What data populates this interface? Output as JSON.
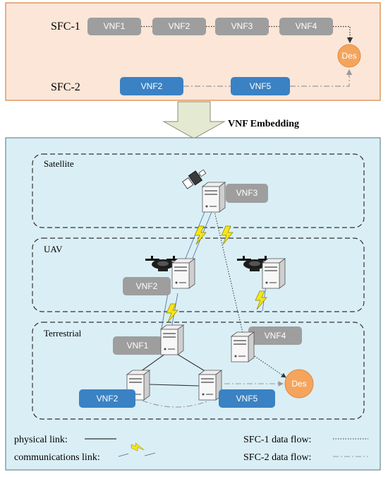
{
  "top": {
    "sfc1": {
      "label": "SFC-1",
      "vnfs": [
        "VNF1",
        "VNF2",
        "VNF3",
        "VNF4"
      ]
    },
    "sfc2": {
      "label": "SFC-2",
      "vnfs": [
        "VNF2",
        "VNF5"
      ]
    },
    "destination": "Des"
  },
  "arrow_label": "VNF Embedding",
  "layers": {
    "satellite": "Satellite",
    "uav": "UAV",
    "terrestrial": "Terrestrial"
  },
  "nodes": {
    "sat_vnf": "VNF3",
    "uav_vnf": "VNF2",
    "ter_vnf1": "VNF1",
    "ter_vnf4": "VNF4",
    "ter_vnf2": "VNF2",
    "ter_vnf5": "VNF5",
    "ter_des": "Des"
  },
  "legend": {
    "physical_link": "physical link:",
    "communications_link": "communications link:",
    "sfc1_flow": "SFC-1 data flow:",
    "sfc2_flow": "SFC-2 data flow:"
  },
  "colors": {
    "top_panel_bg": "#fbe6d8",
    "top_panel_border": "#d9813f",
    "bottom_panel_bg": "#daeef5",
    "bottom_panel_border": "#6a8a9a",
    "gray_vnf": "#9e9e9e",
    "blue_vnf": "#3a82c4",
    "des_orange": "#f5a45d",
    "arrow_fill": "#e4e9d1",
    "lightning": "#f6e51a"
  }
}
